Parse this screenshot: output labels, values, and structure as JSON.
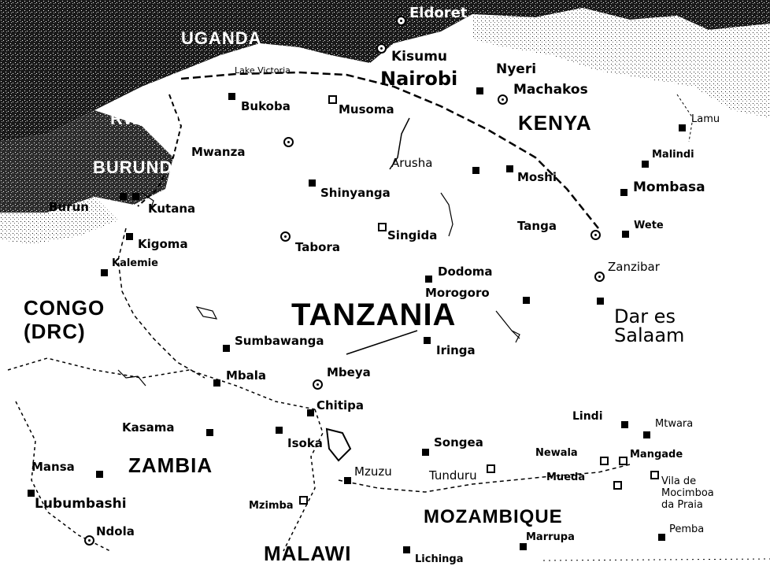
{
  "countries": {
    "uganda": "UGANDA",
    "rwanda": "RWANDA",
    "burundi": "BURUNDI",
    "kenya": "KENYA",
    "tanzania": "TANZANIA",
    "congo_line1": "CONGO",
    "congo_line2": "(DRC)",
    "zambia": "ZAMBIA",
    "malawi": "MALAWI",
    "mozambique": "MOZAMBIQUE"
  },
  "water": {
    "lake_victoria": "Lake Victoria"
  },
  "cities": {
    "eldoret": "Eldoret",
    "kisumu": "Kisumu",
    "nyeri": "Nyeri",
    "nairobi": "Nairobi",
    "machakos": "Machakos",
    "lamu": "Lamu",
    "malindi": "Malindi",
    "mombasa": "Mombasa",
    "wete": "Wete",
    "tanga": "Tanga",
    "zanzibar": "Zanzibar",
    "dar_line1": "Dar es",
    "dar_line2": "Salaam",
    "bukoba": "Bukoba",
    "musoma": "Musoma",
    "mwanza": "Mwanza",
    "arusha": "Arusha",
    "moshi": "Moshi",
    "shinyanga": "Shinyanga",
    "buruni": "Burun",
    "kutana": "Kutana",
    "kigoma": "Kigoma",
    "tabora": "Tabora",
    "singida": "Singida",
    "kalemie": "Kalemie",
    "dodoma": "Dodoma",
    "morogoro": "Morogoro",
    "iringa": "Iringa",
    "sumbawanga": "Sumbawanga",
    "mbala": "Mbala",
    "mbeya": "Mbeya",
    "chitipa": "Chitipa",
    "kasama": "Kasama",
    "isoka": "Isoka",
    "songea": "Songea",
    "lindi": "Lindi",
    "mtwara": "Mtwara",
    "newala": "Newala",
    "mangade": "Mangade",
    "mueda": "Mueda",
    "vila_line1": "Vila de",
    "vila_line2": "Mocimboa",
    "vila_line3": "da Praia",
    "mansa": "Mansa",
    "mzuzu": "Mzuzu",
    "tunduru": "Tunduru",
    "lubumbashi": "Lubumbashi",
    "mzimba": "Mzimba",
    "ndola": "Ndola",
    "marrupa": "Marrupa",
    "lichinga": "Lichinga",
    "pemba": "Pemba"
  },
  "colors": {
    "land": "#ffffff",
    "relief": "#000000",
    "text": "#000000"
  }
}
